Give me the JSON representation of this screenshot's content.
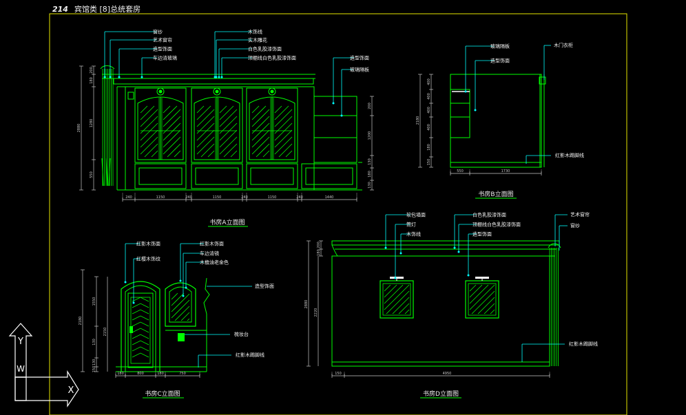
{
  "header": {
    "page_no": "214",
    "title": "宾馆类 [8]总统套房"
  },
  "colors": {
    "frame": "#e6e600",
    "geometry": "#00ff00",
    "leader": "#00ffff",
    "text": "#f0f0f0",
    "dim": "#c8c8c8",
    "ucs": "#ffffff"
  },
  "views": {
    "a": {
      "caption": "书房A立面图",
      "labels": [
        "窗纱",
        "艺术窗帘",
        "造型饰面",
        "车边清玻璃",
        "木饰线",
        "实木雕花",
        "白色乳胶漆饰面",
        "顶棚线白色乳胶漆饰面",
        "造型饰面",
        "玻璃隔板"
      ],
      "h_dims": [
        "240",
        "1150",
        "240",
        "1150",
        "240",
        "1150",
        "240",
        "1440"
      ],
      "v_dims_left": [
        "200",
        "180",
        "1280",
        "550",
        "2880"
      ],
      "v_dims_right": [
        "200",
        "1200",
        "130",
        "180",
        "130"
      ]
    },
    "b": {
      "caption": "书房B立面图",
      "labels": [
        "玻璃隔板",
        "造型饰面",
        "木门衣柜",
        "红影木踢脚线"
      ],
      "h_dims": [
        "550",
        "1730"
      ],
      "v_dims": [
        "400",
        "400",
        "400",
        "400",
        "2180",
        "180",
        "150"
      ]
    },
    "c": {
      "caption": "书房C立面图",
      "labels": [
        "红影木饰面",
        "红樱木饰纹",
        "红影木饰面",
        "车边清镜",
        "木檐油老金色",
        "造型饰面",
        "梳妆台",
        "红影木踢脚线"
      ],
      "h_dims": [
        "180",
        "800",
        "180",
        "750"
      ],
      "v_dims": [
        "1550",
        "2150",
        "2180",
        "130",
        "130",
        "150"
      ]
    },
    "d": {
      "caption": "书房D立面图",
      "labels": [
        "软包墙面",
        "筒灯",
        "木饰线",
        "白色乳胶漆饰面",
        "顶棚线白色乳胶漆饰面",
        "造型饰面",
        "艺术窗帘",
        "窗纱",
        "红影木踢脚线"
      ],
      "h_dims": [
        "150",
        "4950"
      ],
      "v_dims": [
        "200",
        "180",
        "2880",
        "2220"
      ]
    }
  },
  "ucs": {
    "y_axis": "Y",
    "w_mark": "W",
    "x_axis": "X"
  }
}
